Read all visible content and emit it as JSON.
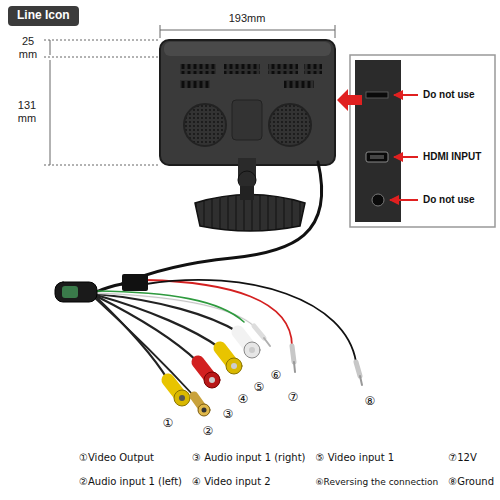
{
  "diagram": {
    "title": "Line Icon",
    "labels": [
      "193mm",
      "25 mm",
      "131 mm",
      "Do not use",
      "HDMI INPUT",
      "Do not use",
      "①",
      "②",
      "③",
      "④",
      "⑤",
      "⑥",
      "⑦",
      "⑧",
      "①Video Output",
      "③ Audio input 1 (right)",
      "⑤ Video input 1",
      "⑦12V",
      "②Audio input 1 (left)",
      "④ Video input 2",
      "⑥Reversing the connection",
      "⑧Ground"
    ]
  }
}
